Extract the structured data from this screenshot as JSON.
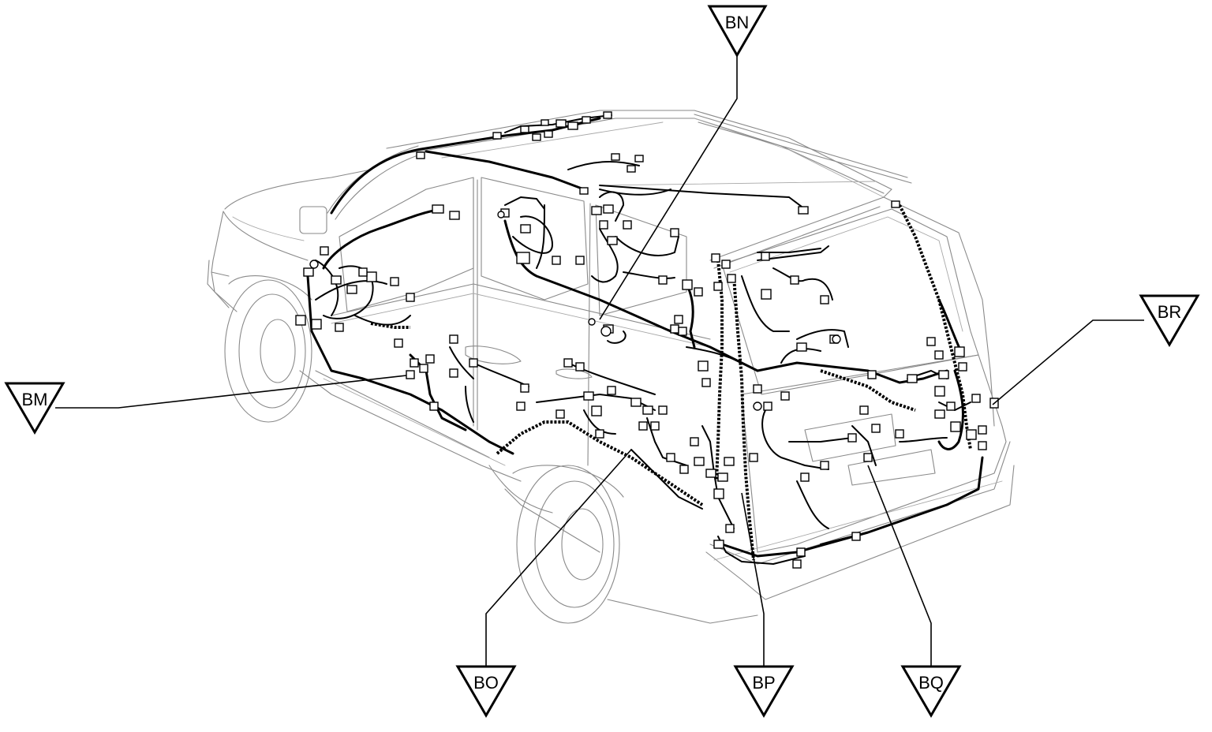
{
  "callouts": [
    {
      "id": "bn",
      "label": "BN"
    },
    {
      "id": "bm",
      "label": "BM"
    },
    {
      "id": "br",
      "label": "BR"
    },
    {
      "id": "bo",
      "label": "BO"
    },
    {
      "id": "bp",
      "label": "BP"
    },
    {
      "id": "bq",
      "label": "BQ"
    }
  ]
}
